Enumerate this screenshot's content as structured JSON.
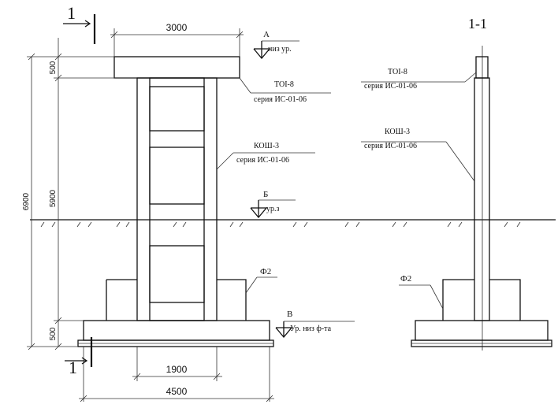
{
  "section_label": "1-1",
  "cut_markers": [
    "1",
    "1"
  ],
  "dimensions": {
    "top_width": "3000",
    "inner_width": "1900",
    "base_width": "4500",
    "total_height": "6900",
    "top_height": "500",
    "mid_height": "5900",
    "bottom_height": "500"
  },
  "levels": {
    "a": {
      "mark": "А",
      "text": "низ ур."
    },
    "b": {
      "mark": "Б",
      "text": "ур.з"
    },
    "v": {
      "mark": "В",
      "text": "Ур. низ ф-та"
    }
  },
  "callouts": {
    "toi_front": {
      "name": "ТОI-8",
      "series": "серия ИС-01-06"
    },
    "kosh_front": {
      "name": "КОШ-3",
      "series": "серия ИС-01-06"
    },
    "f2_front": "Ф2",
    "toi_side": {
      "name": "ТОI-8",
      "series": "серия ИС-01-06"
    },
    "kosh_side": {
      "name": "КОШ-3",
      "series": "серия ИС-01-06"
    },
    "f2_side": "Ф2"
  }
}
